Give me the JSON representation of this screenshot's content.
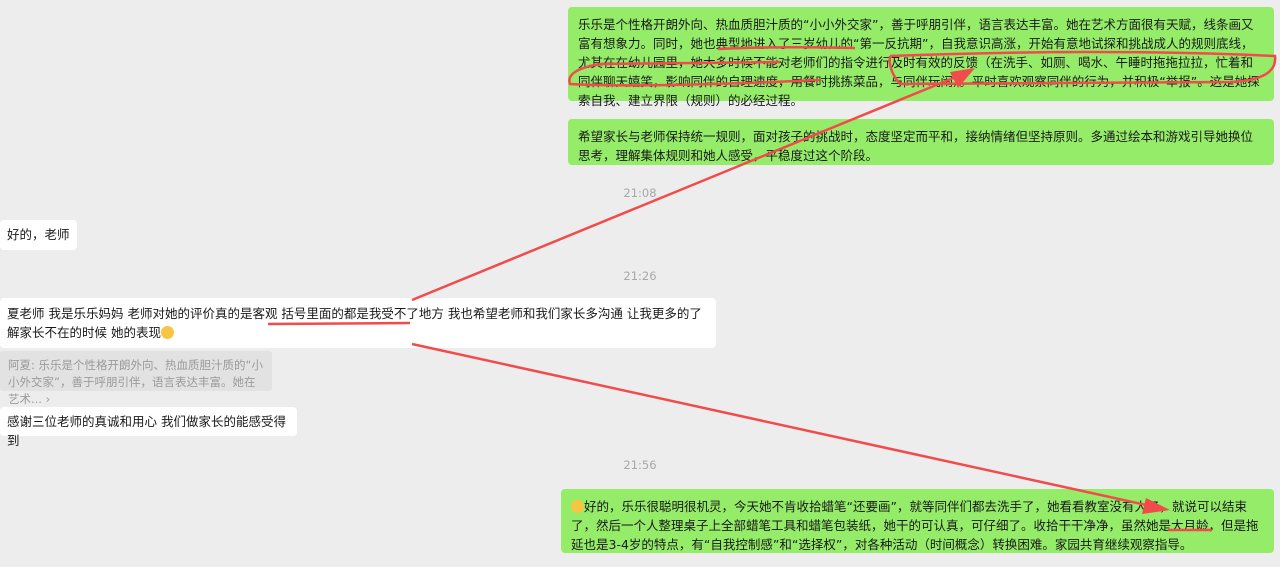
{
  "messages": [
    {
      "side": "right",
      "text": "乐乐是个性格开朗外向、热血质胆汁质的“小小外交家”，善于呼朋引伴，语言表达丰富。她在艺术方面很有天赋，线条画又富有想象力。同时，她也典型地进入了三岁幼儿的“第一反抗期”，自我意识高涨，开始有意地试探和挑战成人的规则底线，尤其在在幼儿园里，她大多时候不能对老师们的指令进行及时有效的反馈（在洗手、如厕、喝水、午睡时拖拖拉拉，忙着和同伴聊天嬉笑，影响同伴的自理速度，用餐时挑拣菜品，与同伴玩闹）。平时喜欢观察同伴的行为，并积极“举报”。这是她探索自我、建立界限（规则）的必经过程。"
    },
    {
      "side": "right",
      "text": "希望家长与老师保持统一规则，面对孩子的挑战时，态度坚定而平和，接纳情绪但坚持原则。多通过绘本和游戏引导她换位思考，理解集体规则和她人感受，平稳度过这个阶段。"
    },
    {
      "time": "21:08"
    },
    {
      "side": "left",
      "text": "好的，老师"
    },
    {
      "time": "21:26"
    },
    {
      "side": "left",
      "text": "夏老师 我是乐乐妈妈 老师对她的评价真的是客观 括号里面的都是我受不了地方 我也希望老师和我们家长多沟通 让我更多的了解家长不在的时候 她的表现"
    },
    {
      "quote": "阿夏: 乐乐是个性格开朗外向、热血质胆汁质的“小小外交家”，善于呼朋引伴，语言表达丰富。她在艺术... ›"
    },
    {
      "side": "left",
      "text": "感谢三位老师的真诚和用心 我们做家长的能感受得到"
    },
    {
      "time": "21:56"
    },
    {
      "side": "right",
      "text": "好的，乐乐很聪明很机灵，今天她不肯收拾蜡笔“还要画”，就等同伴们都去洗手了，她看看教室没有人了，就说可以结束了，然后一个人整理桌子上全部蜡笔工具和蜡笔包装纸，她干的可认真，可仔细了。收拾干干净净，虽然她是大月龄，但是拖延也是3-4岁的特点，有“自我控制感”和“选择权”，对各种活动（时间概念）转换困难。家园共育继续观察指导。"
    }
  ],
  "colors": {
    "self_bubble": "#95ec69",
    "other_bubble": "#ffffff",
    "annotation": "#f24b4b"
  }
}
